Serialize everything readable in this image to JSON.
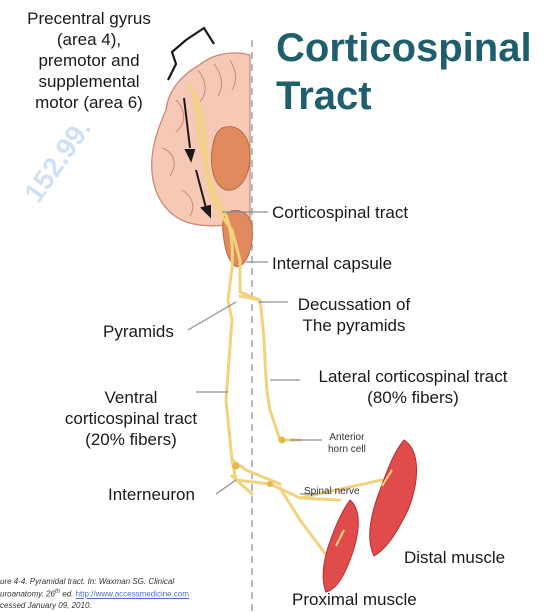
{
  "title": {
    "line1": "Corticospinal",
    "line2": "Tract"
  },
  "labels": {
    "cortex": [
      "Precentral gyrus",
      "(area 4),",
      "premotor and",
      "supplemental",
      "motor (area 6)"
    ],
    "corticospinal_tract": "Corticospinal tract",
    "internal_capsule": "Internal capsule",
    "decussation": [
      "Decussation of",
      "The pyramids"
    ],
    "pyramids": "Pyramids",
    "lateral": [
      "Lateral corticospinal tract",
      "(80% fibers)"
    ],
    "ventral": [
      "Ventral",
      "corticospinal tract",
      "(20% fibers)"
    ],
    "anterior_horn": [
      "Anterior",
      "horn cell"
    ],
    "spinal_nerve": "Spinal nerve",
    "interneuron": "Interneuron",
    "distal_muscle": "Distal muscle",
    "proximal_muscle": "Proximal muscle"
  },
  "citation": {
    "line1": "ure 4-4. Pyramidal tract. In: Waxman SG. Clinical",
    "line2_prefix": "uroanatomy. 26",
    "line2_sup": "th",
    "line2_mid": " ed. ",
    "link": "http://www.accessmedicine.com",
    "line3": "cessed January 09, 2010."
  },
  "watermark": "152.99.",
  "colors": {
    "title": "#1f5e6b",
    "tract": "#f1d37e",
    "tract_stroke": "#e0b64e",
    "brain_fill": "#f6c9b6",
    "brain_stroke": "#c98a75",
    "nucleus": "#e08a5e",
    "muscle": "#e04b4b"
  }
}
